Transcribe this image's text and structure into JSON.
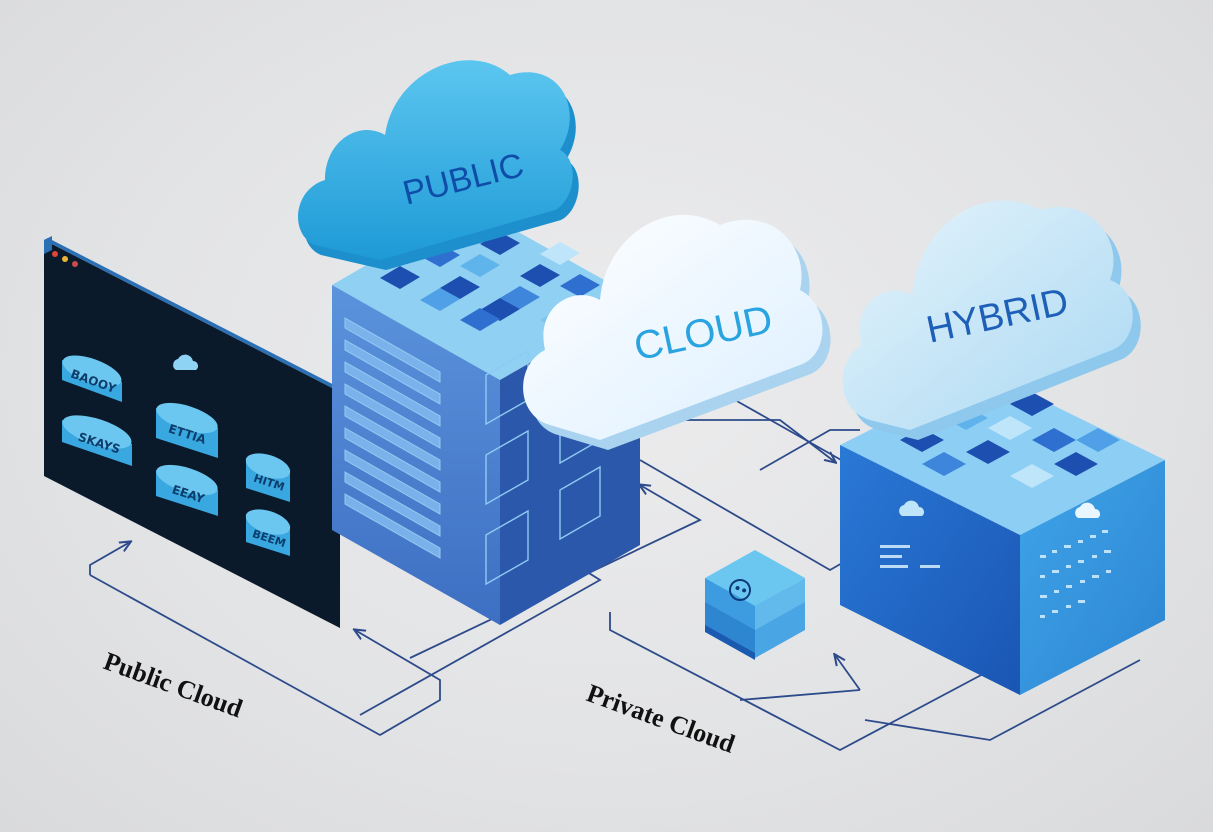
{
  "clouds": {
    "public": {
      "label": "PUBLIC"
    },
    "center": {
      "label": "CLOUD"
    },
    "hybrid": {
      "label": "HYBRID"
    }
  },
  "dashboard": {
    "pills": [
      "BAOOY",
      "SKAYS",
      "ETTIA",
      "EEAY",
      "HITM",
      "BEEM"
    ]
  },
  "captions": {
    "public_cloud": "Public Cloud",
    "private_cloud": "Private Cloud"
  },
  "colors": {
    "background": "#e3e4e6",
    "cloud_blue": "#2ea9e0",
    "cloud_light": "#e9f5fc",
    "cloud_pale": "#c3e4f6",
    "tower_front": "#4c84d2",
    "tower_side": "#2f5fb6",
    "cube_front": "#1e66c7",
    "cube_side": "#3f9be0",
    "dashboard": "#0c1b2c",
    "pill": "#3aa8e0",
    "connector": "#2d4a8a",
    "text_dark": "#1e5fb8"
  }
}
